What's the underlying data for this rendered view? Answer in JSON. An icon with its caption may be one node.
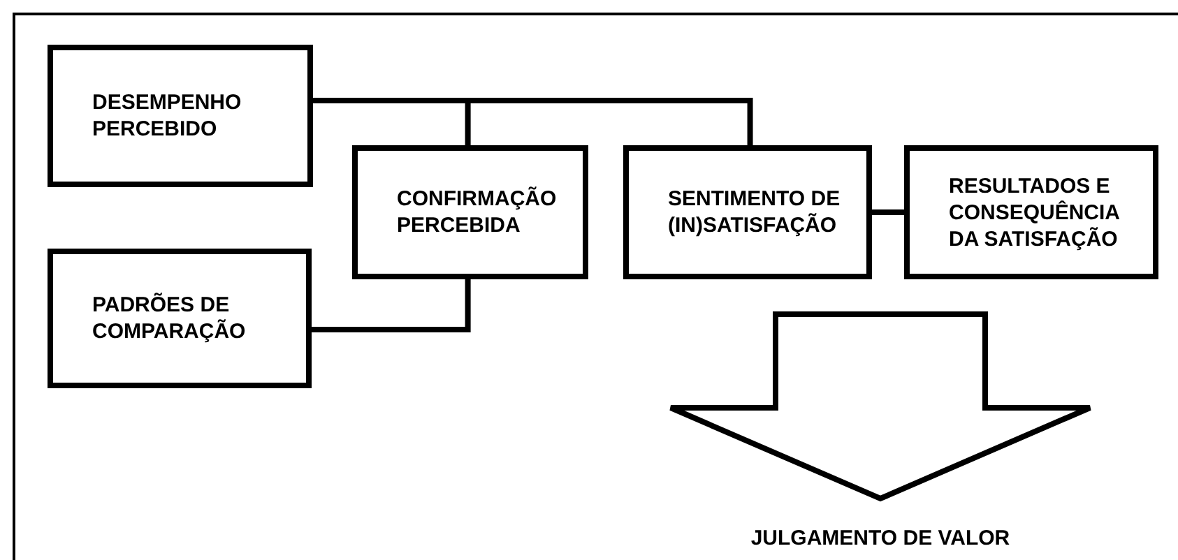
{
  "diagram": {
    "nodes": [
      {
        "text": [
          "DESEMPENHO PERCEBIDO"
        ]
      },
      {
        "text": [
          "PADRÕES DE COMPARAÇÃO"
        ]
      },
      {
        "text": [
          "CONFIRMAÇÃO PERCEBIDA"
        ]
      },
      {
        "text": [
          "SENTIMENTO DE (IN)SATISFAÇÃO"
        ]
      },
      {
        "text": [
          "RESULTADOS E CONSEQUÊNCIA DA SATISFAÇÃO"
        ]
      },
      {
        "text": [
          "JULGAMENTO DE VALOR"
        ]
      }
    ],
    "edges": [
      {
        "from": 0,
        "to": 2,
        "arrow": "none"
      },
      {
        "from": 0,
        "to": 3,
        "arrow": "none"
      },
      {
        "from": 1,
        "to": 2,
        "arrow": "none"
      },
      {
        "from": 3,
        "to": 4,
        "arrow": "none"
      },
      {
        "from": null,
        "to": 5,
        "arrow": "to",
        "style": "thick"
      }
    ]
  }
}
